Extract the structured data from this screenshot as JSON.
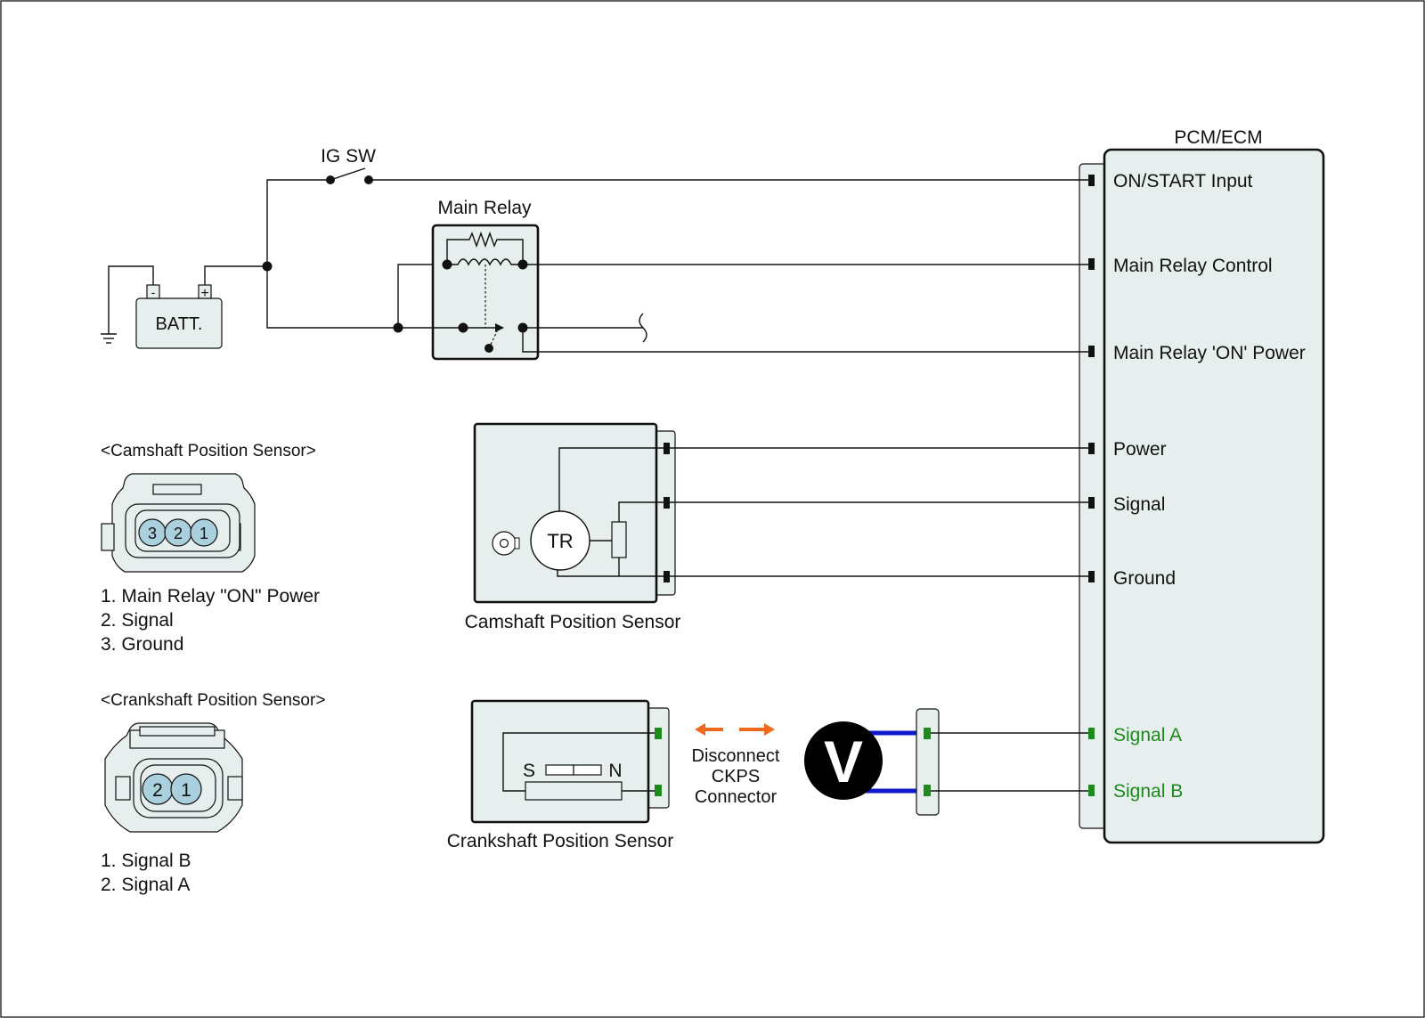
{
  "ecm": {
    "title": "PCM/ECM",
    "pins": {
      "on_start_input": "ON/START Input",
      "main_relay_control": "Main Relay Control",
      "main_relay_on_power": "Main Relay 'ON' Power",
      "power": "Power",
      "signal": "Signal",
      "ground": "Ground",
      "signal_a": "Signal A",
      "signal_b": "Signal B"
    }
  },
  "ig_sw_label": "IG SW",
  "main_relay_label": "Main Relay",
  "battery": {
    "label": "BATT.",
    "minus": "-",
    "plus": "+"
  },
  "camshaft": {
    "section_title": "<Camshaft Position Sensor>",
    "pins": [
      "3",
      "2",
      "1"
    ],
    "legend": [
      "1. Main Relay \"ON\" Power",
      "2. Signal",
      "3. Ground"
    ],
    "component_label": "Camshaft Position Sensor",
    "tr_label": "TR"
  },
  "crankshaft": {
    "section_title": "<Crankshaft Position Sensor>",
    "pins": [
      "2",
      "1"
    ],
    "legend": [
      "1. Signal B",
      "2. Signal A"
    ],
    "component_label": "Crankshaft Position Sensor",
    "s_label": "S",
    "n_label": "N"
  },
  "disconnect_note": [
    "Disconnect",
    "CKPS",
    "Connector"
  ],
  "voltmeter_label": "V",
  "colors": {
    "body_fill": "#e6eeee",
    "pin_fill": "#a9d0dc",
    "signal_green": "#1e8a1e",
    "probe_blue": "#1018cc",
    "arrow_orange": "#f06a1e"
  }
}
